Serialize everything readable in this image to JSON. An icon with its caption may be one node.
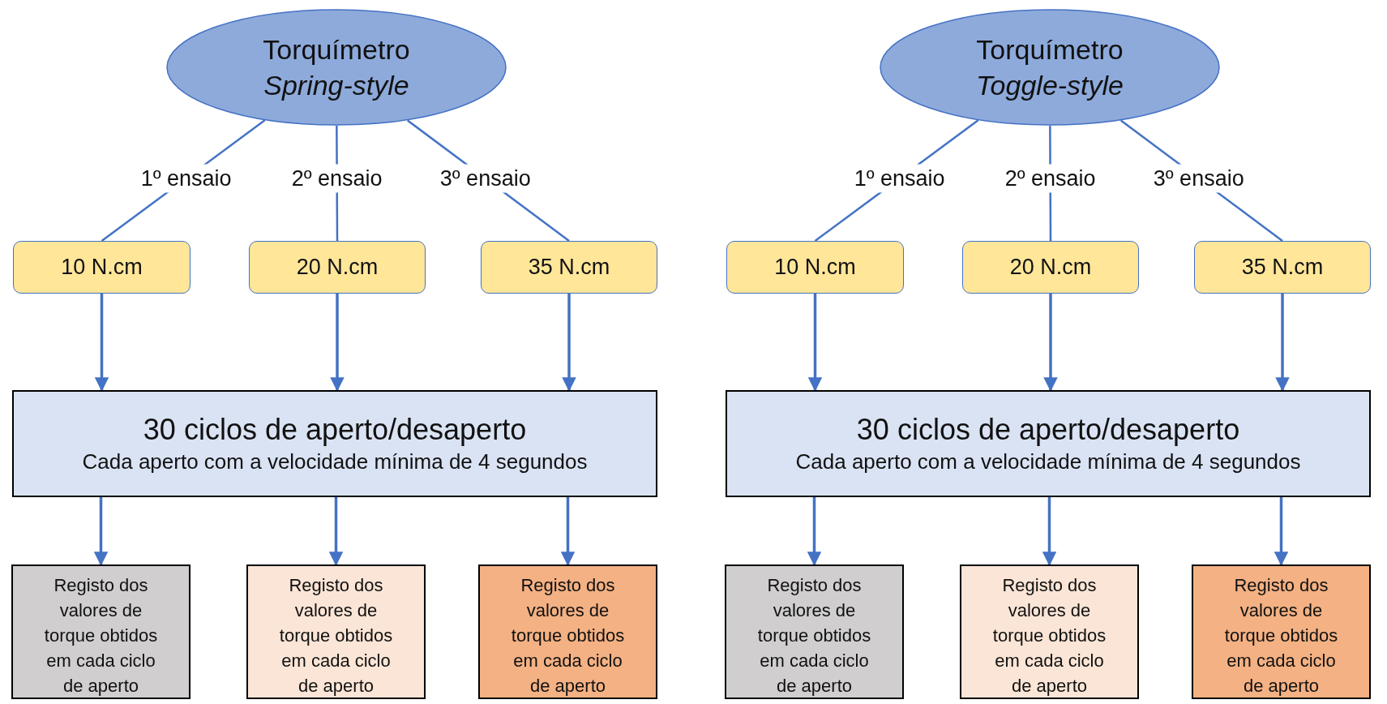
{
  "diagram": {
    "nodes": [
      {
        "text": [
          "Torquímetro",
          "Spring-style"
        ]
      },
      {
        "text": [
          "10 N.cm"
        ]
      },
      {
        "text": [
          "20 N.cm"
        ]
      },
      {
        "text": [
          "35 N.cm"
        ]
      },
      {
        "text": [
          "30 ciclos de aperto/desaperto",
          "Cada aperto com a velocidade mínima de 4 segundos"
        ]
      },
      {
        "text": [
          "Registo dos valores de torque obtidos em cada ciclo de aperto"
        ]
      },
      {
        "text": [
          "Registo dos valores de torque obtidos em cada ciclo de aperto"
        ]
      },
      {
        "text": [
          "Registo dos valores de torque obtidos em cada ciclo de aperto"
        ]
      },
      {
        "text": [
          "Torquímetro",
          "Toggle-style"
        ]
      },
      {
        "text": [
          "10 N.cm"
        ]
      },
      {
        "text": [
          "20 N.cm"
        ]
      },
      {
        "text": [
          "35 N.cm"
        ]
      },
      {
        "text": [
          "30 ciclos de aperto/desaperto",
          "Cada aperto com a velocidade mínima de 4 segundos"
        ]
      },
      {
        "text": [
          "Registo dos valores de torque obtidos em cada ciclo de aperto"
        ]
      },
      {
        "text": [
          "Registo dos valores de torque obtidos em cada ciclo de aperto"
        ]
      },
      {
        "text": [
          "Registo dos valores de torque obtidos em cada ciclo de aperto"
        ]
      }
    ],
    "edges": [
      {
        "from": 0,
        "to": 1,
        "arrow": "none",
        "label": "1º ensaio"
      },
      {
        "from": 0,
        "to": 2,
        "arrow": "none",
        "label": "2º ensaio"
      },
      {
        "from": 0,
        "to": 3,
        "arrow": "none",
        "label": "3º ensaio"
      },
      {
        "from": 1,
        "to": 4,
        "arrow": "to"
      },
      {
        "from": 2,
        "to": 4,
        "arrow": "to"
      },
      {
        "from": 3,
        "to": 4,
        "arrow": "to"
      },
      {
        "from": 4,
        "to": 5,
        "arrow": "to"
      },
      {
        "from": 4,
        "to": 6,
        "arrow": "to"
      },
      {
        "from": 4,
        "to": 7,
        "arrow": "to"
      },
      {
        "from": 8,
        "to": 9,
        "arrow": "none",
        "label": "1º ensaio"
      },
      {
        "from": 8,
        "to": 10,
        "arrow": "none",
        "label": "2º ensaio"
      },
      {
        "from": 8,
        "to": 11,
        "arrow": "none",
        "label": "3º ensaio"
      },
      {
        "from": 9,
        "to": 12,
        "arrow": "to"
      },
      {
        "from": 10,
        "to": 12,
        "arrow": "to"
      },
      {
        "from": 11,
        "to": 12,
        "arrow": "to"
      },
      {
        "from": 12,
        "to": 13,
        "arrow": "to"
      },
      {
        "from": 12,
        "to": 14,
        "arrow": "to"
      },
      {
        "from": 12,
        "to": 15,
        "arrow": "to"
      }
    ]
  }
}
